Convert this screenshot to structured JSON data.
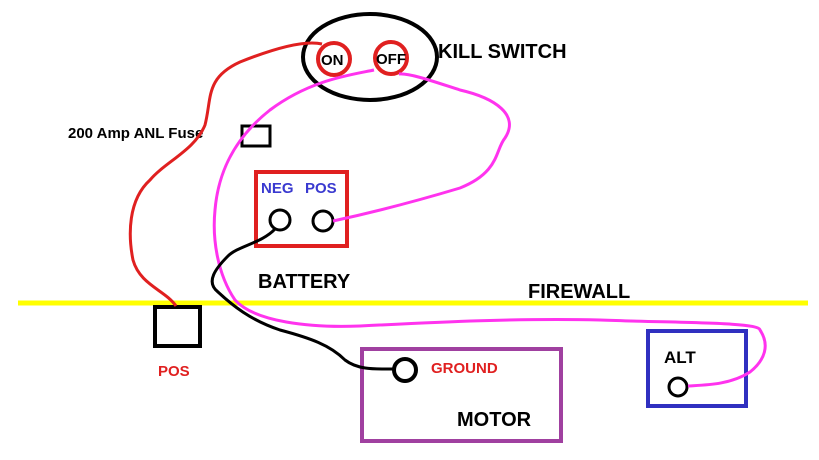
{
  "labels": {
    "kill_switch": "KILL SWITCH",
    "on": "ON",
    "off": "OFF",
    "fuse": "200 Amp ANL Fuse",
    "neg": "NEG",
    "pos_terminal": "POS",
    "battery": "BATTERY",
    "firewall": "FIREWALL",
    "pos_post": "POS",
    "ground": "GROUND",
    "motor": "MOTOR",
    "alt": "ALT"
  },
  "colors": {
    "red_wire": "#e02020",
    "pink_wire": "#ff33ee",
    "black_wire": "#000000",
    "battery_box": "#e02020",
    "motor_box": "#a040a0",
    "alt_box": "#3030c0",
    "firewall_line": "#ffff00",
    "neg_pos_text": "#3a3ad0",
    "red_text": "#e02020"
  }
}
